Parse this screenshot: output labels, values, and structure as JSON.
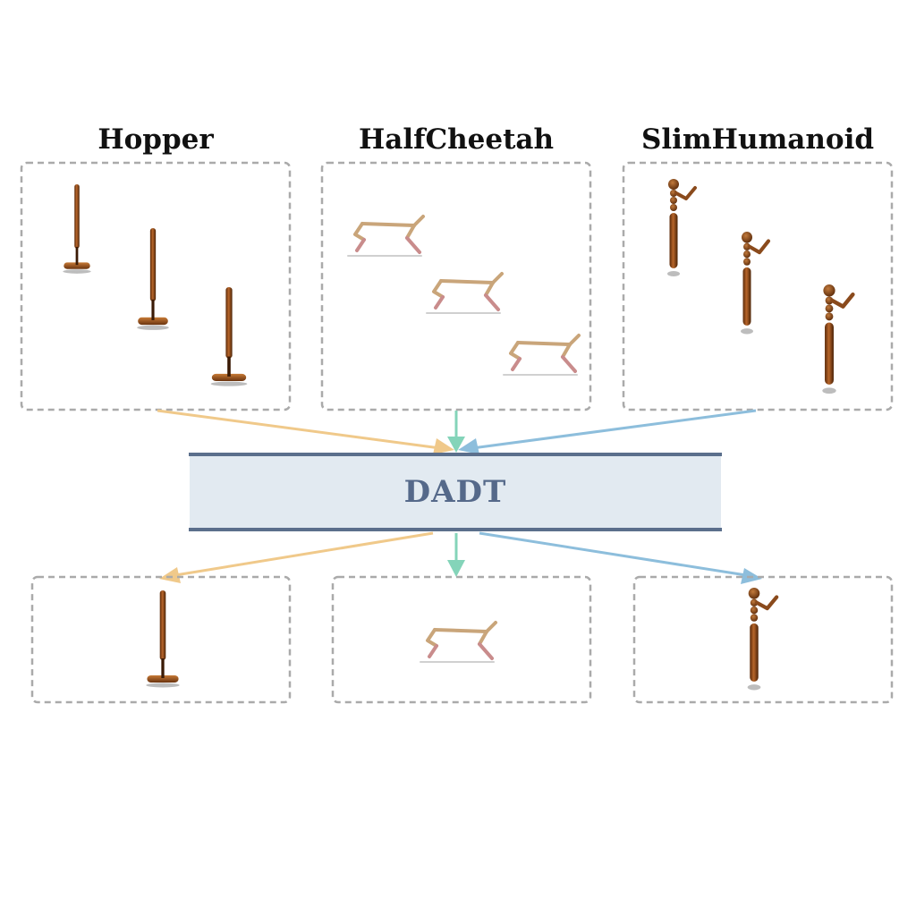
{
  "environments": [
    {
      "name": "Hopper",
      "arrow_color": "#f0c98a"
    },
    {
      "name": "HalfCheetah",
      "arrow_color": "#84d4b9"
    },
    {
      "name": "SlimHumanoid",
      "arrow_color": "#8dbedc"
    }
  ],
  "model": {
    "label": "DADT",
    "fill_color": "#e2eaf1",
    "border_color": "#5b6f8c",
    "text_color": "#55698a"
  },
  "colors": {
    "dashed_border": "#aaaaaa",
    "body_brown": "#8a4a1c",
    "body_brown_light": "#b56a2c",
    "cheetah_tan": "#c8a878",
    "cheetah_pink": "#c78a8a"
  }
}
